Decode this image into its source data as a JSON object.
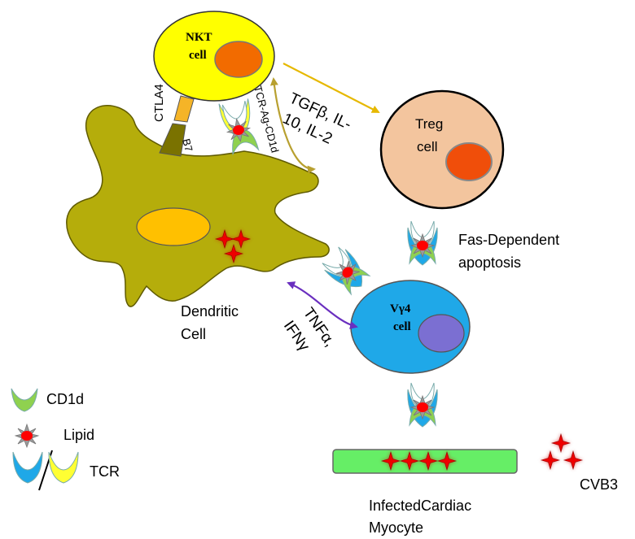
{
  "cells": {
    "nkt": {
      "line1": "NKT",
      "line2": "cell",
      "fill": "#ffff00",
      "nucleus": "#f26b00"
    },
    "treg": {
      "line1": "Treg",
      "line2": "cell",
      "fill": "#f3c59e",
      "nucleus": "#f04e0a"
    },
    "vg4": {
      "line1": "Vγ4",
      "line2": "cell",
      "fill": "#1fa8e8",
      "nucleus": "#7b6fd2"
    },
    "dendritic": {
      "line1": "Dendritic",
      "line2": "Cell",
      "fill": "#b5ad0b",
      "nucleus": "#ffc000"
    },
    "myocyte": {
      "line1": "InfectedCardiac",
      "line2": "Myocyte",
      "fill": "#66ee66"
    }
  },
  "labels": {
    "ctla4": "CTLA4",
    "b7": "B7",
    "tcr_ag_cd1d": "TCR-Ag-CD1d",
    "cytokines_treg_1": "TGFβ, IL-",
    "cytokines_treg_2": "10, IL-2",
    "fas": "Fas-Dependent",
    "apoptosis": "apoptosis",
    "tnf": "TNFα,",
    "ifn": "IFNγ",
    "cvb3": "CVB3"
  },
  "legend": {
    "cd1d": "CD1d",
    "lipid": "Lipid",
    "tcr": "TCR"
  },
  "colors": {
    "arrow_gold": "#e6b800",
    "arrow_olive": "#b8a030",
    "arrow_purple": "#6a2fbf",
    "cd1d_green": "#8fd14f",
    "tcr_blue": "#1fa8e8",
    "tcr_yellow": "#ffff33",
    "lipid_red": "#ff0000",
    "virus_red": "#ee0000"
  }
}
